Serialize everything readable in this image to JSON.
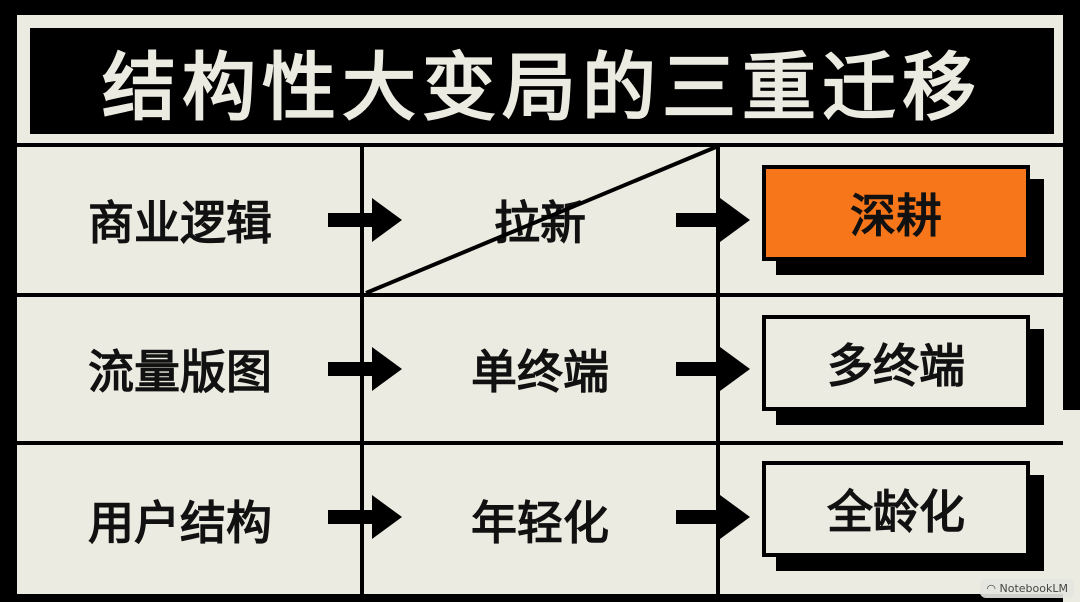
{
  "title": "结构性大变局的三重迁移",
  "rows": [
    {
      "label": "商业逻辑",
      "from": "拉新",
      "to": "深耕",
      "from_struck": true,
      "to_highlight": true
    },
    {
      "label": "流量版图",
      "from": "单终端",
      "to": "多终端",
      "from_struck": false,
      "to_highlight": false
    },
    {
      "label": "用户结构",
      "from": "年轻化",
      "to": "全龄化",
      "from_struck": false,
      "to_highlight": false
    }
  ],
  "colors": {
    "accent": "#f7761a",
    "background": "#ecebe1",
    "ink": "#000000"
  },
  "watermark": "NotebookLM"
}
